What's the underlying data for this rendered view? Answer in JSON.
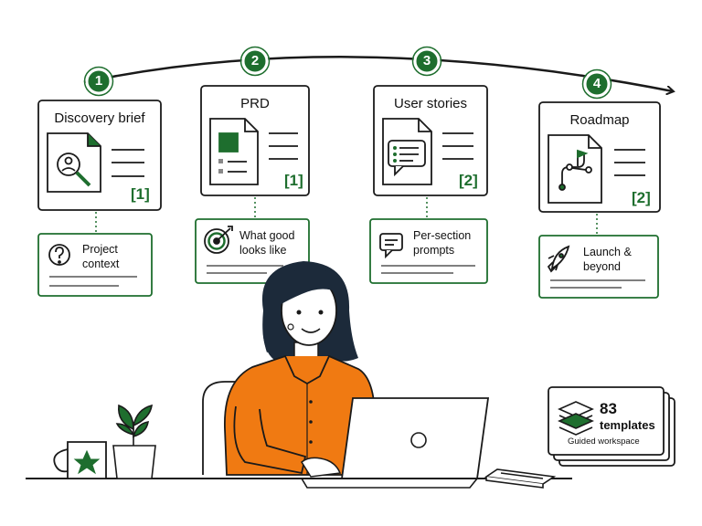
{
  "steps": [
    {
      "number": "1",
      "title": "Discovery brief",
      "badge": "[1]",
      "icon": "search-person-doc-icon",
      "note": {
        "line1": "Project",
        "line2": "context",
        "icon": "question-icon"
      }
    },
    {
      "number": "2",
      "title": "PRD",
      "badge": "[1]",
      "icon": "prd-doc-icon",
      "note": {
        "line1": "What good",
        "line2": "looks like",
        "icon": "target-icon"
      }
    },
    {
      "number": "3",
      "title": "User stories",
      "badge": "[2]",
      "icon": "chat-doc-icon",
      "note": {
        "line1": "Per-section",
        "line2": "prompts",
        "icon": "speech-bubble-icon"
      }
    },
    {
      "number": "4",
      "title": "Roadmap",
      "badge": "[2]",
      "icon": "route-doc-icon",
      "note": {
        "line1": "Launch &",
        "line2": "beyond",
        "icon": "rocket-icon"
      }
    }
  ],
  "templates": {
    "count": "83",
    "label": "templates",
    "sub": "Guided workspace",
    "icon": "stack-layers-icon"
  },
  "colors": {
    "accent": "#1e6e2e",
    "shirt": "#f07a12",
    "hair": "#1c2a3a",
    "ink": "#1a1a1a"
  }
}
